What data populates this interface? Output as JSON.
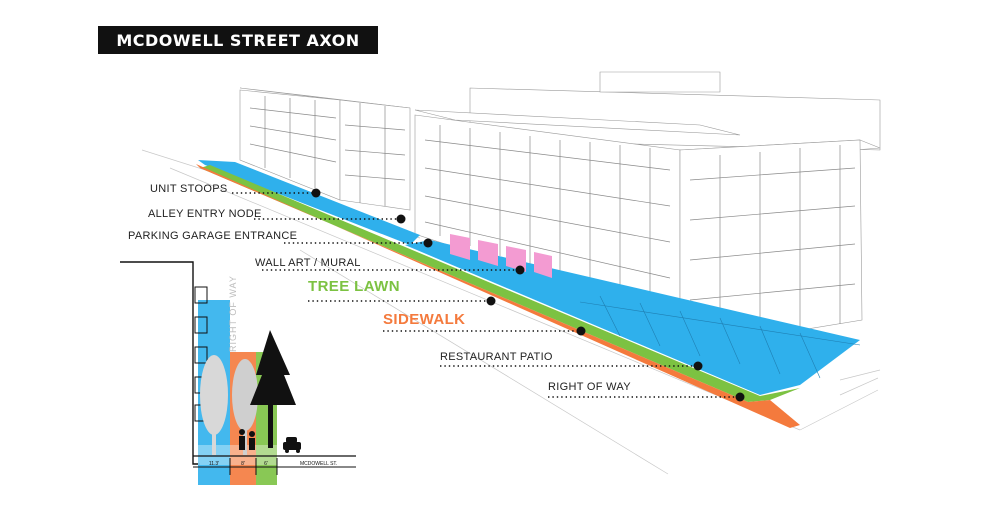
{
  "title": "MCDOWELL STREET AXON",
  "colors": {
    "unit_stoops": "#2fb0ec",
    "sidewalk": "#f47a3d",
    "tree_lawn": "#7cc242",
    "wall_art": "#f39bd2",
    "title_bg": "#111111"
  },
  "callouts": [
    {
      "id": "unit-stoops",
      "label": "UNIT STOOPS"
    },
    {
      "id": "alley-entry-node",
      "label": "ALLEY ENTRY NODE"
    },
    {
      "id": "parking-garage-entrance",
      "label": "PARKING GARAGE ENTRANCE"
    },
    {
      "id": "wall-art-mural",
      "label": "WALL ART / MURAL"
    },
    {
      "id": "tree-lawn",
      "label": "TREE LAWN"
    },
    {
      "id": "sidewalk",
      "label": "SIDEWALK"
    },
    {
      "id": "restaurant-patio",
      "label": "RESTAURANT PATIO"
    },
    {
      "id": "right-of-way",
      "label": "RIGHT OF WAY"
    }
  ],
  "section": {
    "vertical_label": "RIGHT OF WAY",
    "dimensions": [
      "11.3'",
      "8'",
      "6'"
    ],
    "street_label": "MCDOWELL ST."
  }
}
